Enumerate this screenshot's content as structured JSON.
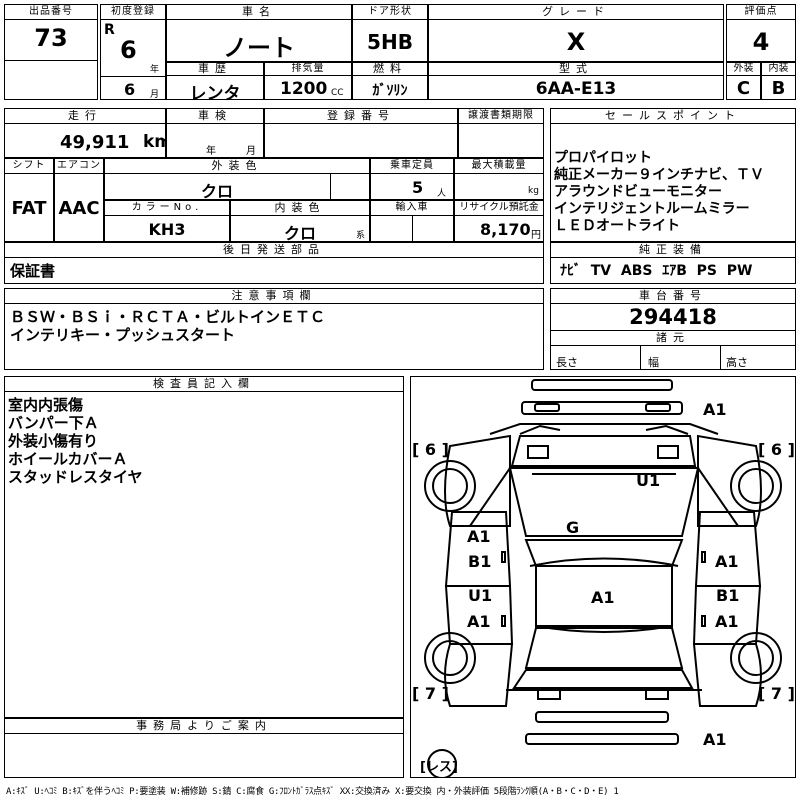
{
  "header": {
    "lot_label": "出品番号",
    "lot_value": "73",
    "first_reg_label": "初度登録",
    "era": "R",
    "year": "6",
    "year_unit": "年",
    "month": "6",
    "month_unit": "月",
    "car_name_label": "車名",
    "car_name": "ノート",
    "door_label": "ドア形状",
    "door": "5HB",
    "grade_label": "グレード",
    "grade": "X",
    "score_label": "評価点",
    "score": "4",
    "history_label": "車歴",
    "history": "レンタ",
    "displacement_label": "排気量",
    "displacement": "1200",
    "displacement_unit": "CC",
    "fuel_label": "燃料",
    "fuel": "ｶﾞｿﾘﾝ",
    "model_label": "型式",
    "model": "6AA-E13",
    "exterior_label": "外装",
    "exterior": "C",
    "interior_label": "内装",
    "interior": "B"
  },
  "info": {
    "mileage_label": "走行",
    "mileage": "49,911",
    "mileage_unit": "km",
    "inspection_label": "車検",
    "inspection_year_unit": "年",
    "inspection_month_unit": "月",
    "registration_label": "登録番号",
    "transfer_label": "譲渡書類期限",
    "shift_label": "シフト",
    "shift": "FAT",
    "ac_label": "エアコン",
    "ac": "AAC",
    "color_label": "外装色",
    "color": "クロ",
    "capacity_label": "乗車定員",
    "capacity": "5",
    "capacity_unit": "人",
    "load_label": "最大積載量",
    "load_unit": "kg",
    "color_no_label": "カラーNo.",
    "color_no": "KH3",
    "interior_color_label": "内装色",
    "interior_color": "クロ",
    "interior_color_unit": "系",
    "import_label": "輸入車",
    "recycle_label": "リサイクル預託金",
    "recycle": "8,170",
    "recycle_unit": "円",
    "later_label": "後日発送部品",
    "later": "保証書"
  },
  "sales": {
    "label": "セールスポイント",
    "lines": [
      "プロパイロット",
      "純正メーカー９インチナビ、ＴＶ",
      "アラウンドビューモニター",
      "インテリジェントルームミラー",
      "ＬＥＤオートライト"
    ]
  },
  "equipment": {
    "label": "純正装備",
    "value": "ﾅﾋﾞ  TV  ABS  ｴｱB  PS  PW"
  },
  "notes": {
    "label": "注意事項欄",
    "lines": [
      "ＢＳＷ・ＢＳｉ・ＲＣＴＡ・ビルトインＥＴＣ",
      "インテリキー・プッシュスタート"
    ]
  },
  "chassis": {
    "label": "車台番号",
    "value": "294418",
    "specs_label": "諸元",
    "length_label": "長さ",
    "width_label": "幅",
    "height_label": "高さ"
  },
  "inspector": {
    "label": "検査員記入欄",
    "lines": [
      "室内内張傷",
      "バンパー下Ａ",
      "外装小傷有り",
      "ホイールカバーＡ",
      "スタッドレスタイヤ"
    ]
  },
  "office": {
    "label": "事務局よりご案内"
  },
  "diagram": {
    "marks": {
      "front_right": "A1",
      "hood": "U1",
      "windshield": "G",
      "left_front_door_a": "A1",
      "left_front_door_b": "B1",
      "left_rear_door_a": "U1",
      "left_rear_door_b": "A1",
      "right_front_door": "A1",
      "right_rear_door_a": "B1",
      "right_rear_door_b": "A1",
      "roof": "A1",
      "rear_bumper": "A1"
    },
    "front_left_tire": "6",
    "front_right_tire": "6",
    "rear_left_tire": "7",
    "rear_right_tire": "7",
    "spare": "レス"
  },
  "legend": "A:ｷｽﾞ  U:ﾍｺﾐ  B:ｷｽﾞを伴うﾍｺﾐ  P:要塗装  W:補修跡  S:錆  C:腐食  G:ﾌﾛﾝﾄｶﾞﾗｽ点ｷｽﾞ  XX:交換済み  X:要交換  内・外装評価  5段階ﾗﾝｸ順(A・B・C・D・E) 1"
}
